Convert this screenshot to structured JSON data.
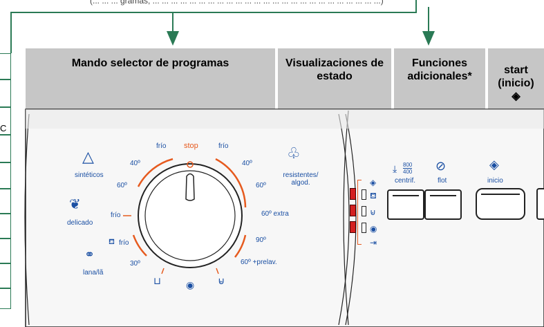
{
  "top_note": "(... ... ... gramas, ... ... ... ... ... ... ... ... ... ... ... ... ... ... ... ... ... ... ... ... ... ... ... ... ...)",
  "headers": {
    "selector": "Mando selector de programas",
    "status": "Visualizaciones de estado",
    "extra": "Funciones adicionales*",
    "start": "start (inicio)"
  },
  "programs": {
    "synthetics": "sintéticos",
    "delicate": "delicado",
    "wool": "lana/lã",
    "resistant": "resistentes/ algod."
  },
  "dial": {
    "stop": "stop",
    "left": [
      "frío",
      "40º",
      "60º",
      "frío",
      "frío",
      "30º"
    ],
    "right": [
      "frío",
      "40º",
      "60º",
      "60º extra",
      "90º",
      "60º +prelav."
    ]
  },
  "functions": {
    "spin_label": "centrif.",
    "spin_top": "800",
    "spin_bottom": "400",
    "flot_label": "flot",
    "start_label": "inicio"
  },
  "side_fragment": "C"
}
